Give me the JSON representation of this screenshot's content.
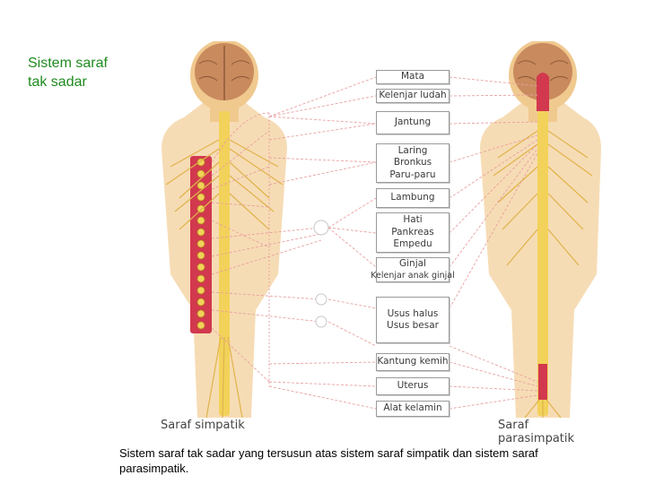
{
  "slide": {
    "title_lines": [
      "Sistem saraf",
      "tak sadar"
    ],
    "caption": "Sistem saraf tak sadar yang tersusun atas sistem saraf simpatik dan sistem saraf parasimpatik."
  },
  "diagram": {
    "labels": {
      "left": "Saraf simpatik",
      "right": "Saraf parasimpatik"
    },
    "organs": [
      {
        "id": "mata",
        "lines": [
          "Mata"
        ]
      },
      {
        "id": "kelenjar-ludah",
        "lines": [
          "Kelenjar ludah"
        ]
      },
      {
        "id": "jantung",
        "lines": [
          "Jantung"
        ]
      },
      {
        "id": "laring",
        "lines": [
          "Laring",
          "Bronkus",
          "Paru-paru"
        ]
      },
      {
        "id": "lambung",
        "lines": [
          "Lambung"
        ]
      },
      {
        "id": "hati",
        "lines": [
          "Hati",
          "Pankreas",
          "Empedu"
        ]
      },
      {
        "id": "ginjal",
        "lines": [
          "Ginjal",
          "Kelenjar anak ginjal"
        ]
      },
      {
        "id": "usus",
        "lines": [
          "Usus halus",
          "Usus besar"
        ]
      },
      {
        "id": "kantung-kemih",
        "lines": [
          "Kantung kemih"
        ]
      },
      {
        "id": "uterus",
        "lines": [
          "Uterus"
        ]
      },
      {
        "id": "alat-kelamin",
        "lines": [
          "Alat kelamin"
        ]
      }
    ],
    "colors": {
      "title": "#1f8a1f",
      "nerve_line": "#e8a0a0",
      "spinal_cord_sympathetic": "#d2384e",
      "spinal_cord_parasympathetic": "#f2d25a",
      "skin": "#f4d6a8",
      "brain": "#c98a5e"
    }
  }
}
